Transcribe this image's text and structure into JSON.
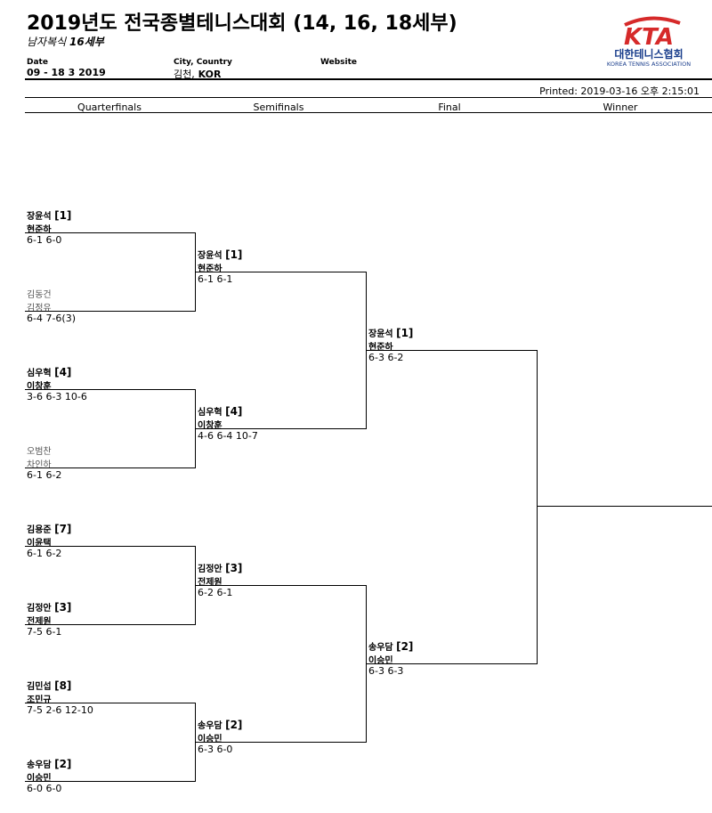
{
  "header": {
    "title": "2019년도 전국종별테니스대회 (14, 16, 18세부)",
    "subtitle_prefix": "남자복식",
    "subtitle_bold": "16세부",
    "date_label": "Date",
    "date_value": "09 - 18 3 2019",
    "city_label": "City, Country",
    "city_value_prefix": "김천,",
    "city_value_bold": "KOR",
    "website_label": "Website",
    "logo_letters": "KTA",
    "logo_korean": "대한테니스협회",
    "logo_english": "KOREA TENNIS ASSOCIATION",
    "brand_blue": "#1a3e8c",
    "brand_red": "#d62a2a"
  },
  "printed": "Printed: 2019-03-16 오후 2:15:01",
  "rounds": [
    "Quarterfinals",
    "Semifinals",
    "Final",
    "Winner"
  ],
  "quarterfinals": [
    {
      "p1": "장윤석",
      "seed": "[1]",
      "p2": "현준하",
      "score": "6-1 6-0",
      "winner": true
    },
    {
      "p1": "김동건",
      "seed": "",
      "p2": "김정유",
      "score": "6-4 7-6(3)",
      "winner": false
    },
    {
      "p1": "심우혁",
      "seed": "[4]",
      "p2": "이창훈",
      "score": "3-6 6-3 10-6",
      "winner": true
    },
    {
      "p1": "오범찬",
      "seed": "",
      "p2": "차인하",
      "score": "6-1 6-2",
      "winner": false
    },
    {
      "p1": "김용준",
      "seed": "[7]",
      "p2": "이윤택",
      "score": "6-1 6-2",
      "winner": true
    },
    {
      "p1": "김정안",
      "seed": "[3]",
      "p2": "전제원",
      "score": "7-5 6-1",
      "winner": true
    },
    {
      "p1": "김민섭",
      "seed": "[8]",
      "p2": "조민규",
      "score": "7-5 2-6 12-10",
      "winner": true
    },
    {
      "p1": "송우담",
      "seed": "[2]",
      "p2": "이승민",
      "score": "6-0 6-0",
      "winner": true
    }
  ],
  "semifinals": [
    {
      "p1": "장윤석",
      "seed": "[1]",
      "p2": "현준하",
      "score": "6-1 6-1"
    },
    {
      "p1": "심우혁",
      "seed": "[4]",
      "p2": "이창훈",
      "score": "4-6 6-4 10-7"
    },
    {
      "p1": "김정안",
      "seed": "[3]",
      "p2": "전제원",
      "score": "6-2 6-1"
    },
    {
      "p1": "송우담",
      "seed": "[2]",
      "p2": "이승민",
      "score": "6-3 6-0"
    }
  ],
  "final": [
    {
      "p1": "장윤석",
      "seed": "[1]",
      "p2": "현준하",
      "score": "6-3 6-2"
    },
    {
      "p1": "송우담",
      "seed": "[2]",
      "p2": "이승민",
      "score": "6-3 6-3"
    }
  ]
}
